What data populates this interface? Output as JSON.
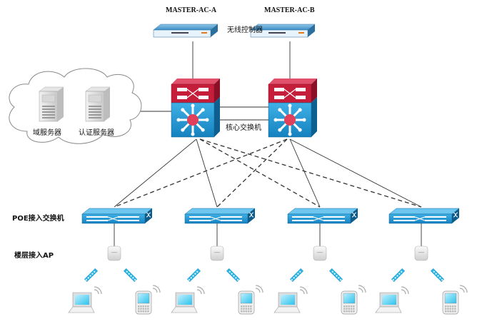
{
  "diagram": {
    "title": "Wireless network topology",
    "controllers": [
      {
        "name": "MASTER-AC-A"
      },
      {
        "name": "MASTER-AC-B"
      }
    ],
    "controller_label": "无线控制器",
    "core_label": "核心交换机",
    "cloud_servers": [
      {
        "label": "域服务器"
      },
      {
        "label": "认证服务器"
      }
    ],
    "access_switch_label": "POE接入交换机",
    "ap_label": "楼层接入AP",
    "access_switch_count": 4,
    "ap_count": 4,
    "clients_per_ap": [
      "laptop",
      "handheld"
    ],
    "links": {
      "primary": "solid",
      "backup": "dashed"
    },
    "colors": {
      "switch_blue": "#1a8fc7",
      "switch_red": "#c41e3a",
      "line": "#333333",
      "cloud_stroke": "#888888"
    }
  }
}
